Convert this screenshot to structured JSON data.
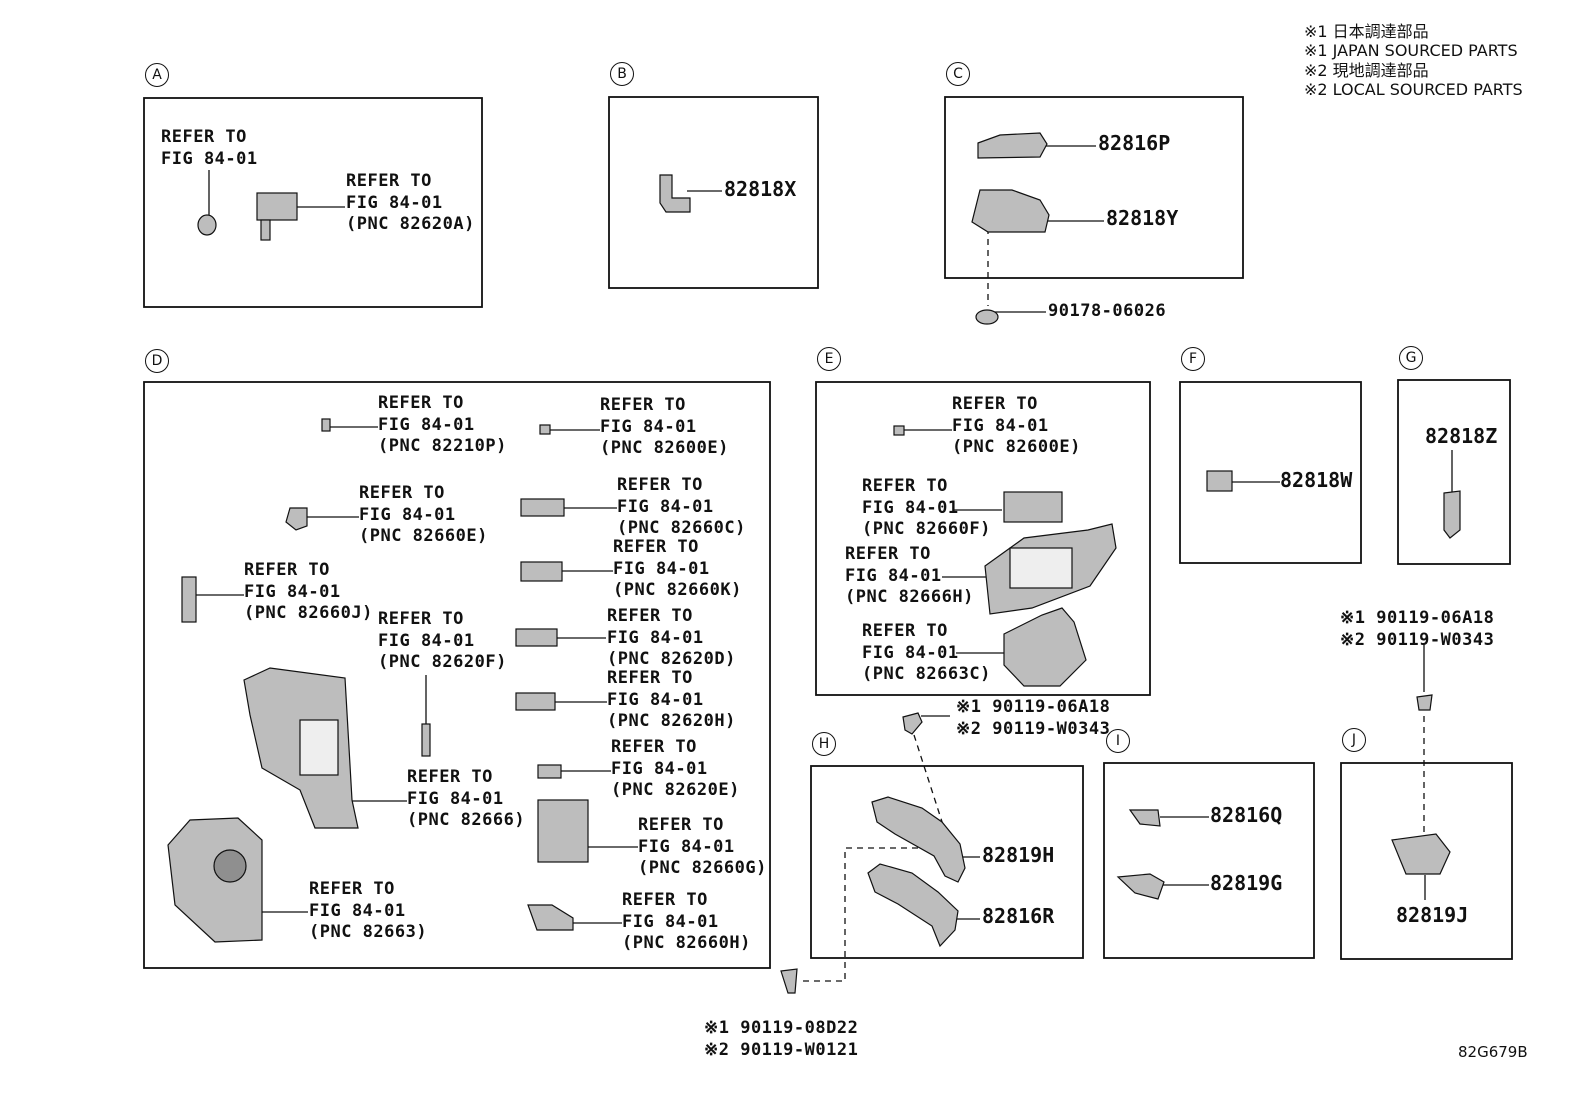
{
  "notes": [
    "※1 日本調達部品",
    "※1 JAPAN SOURCED PARTS",
    "※2 現地調達部品",
    "※2 LOCAL SOURCED PARTS"
  ],
  "diagram_code": "82G679B",
  "sections": {
    "A": "A",
    "B": "B",
    "C": "C",
    "D": "D",
    "E": "E",
    "F": "F",
    "G": "G",
    "H": "H",
    "I": "I",
    "J": "J"
  },
  "refs": {
    "a_fig": "REFER TO\nFIG 84-01",
    "a_82620A": "REFER TO\nFIG 84-01\n(PNC 82620A)",
    "d_82210P": "REFER TO\nFIG 84-01\n(PNC 82210P)",
    "d_82600E": "REFER TO\nFIG 84-01\n(PNC 82600E)",
    "d_82660E": "REFER TO\nFIG 84-01\n(PNC 82660E)",
    "d_82660C": "REFER TO\nFIG 84-01\n(PNC 82660C)",
    "d_82660K": "REFER TO\nFIG 84-01\n(PNC 82660K)",
    "d_82660J": "REFER TO\nFIG 84-01\n(PNC 82660J)",
    "d_82620F": "REFER TO\nFIG 84-01\n(PNC 82620F)",
    "d_82620D": "REFER TO\nFIG 84-01\n(PNC 82620D)",
    "d_82620H": "REFER TO\nFIG 84-01\n(PNC 82620H)",
    "d_82620E": "REFER TO\nFIG 84-01\n(PNC 82620E)",
    "d_82666": "REFER TO\nFIG 84-01\n(PNC 82666)",
    "d_82660G": "REFER TO\nFIG 84-01\n(PNC 82660G)",
    "d_82663": "REFER TO\nFIG 84-01\n(PNC 82663)",
    "d_82660H": "REFER TO\nFIG 84-01\n(PNC 82660H)",
    "e_82600E": "REFER TO\nFIG 84-01\n(PNC 82600E)",
    "e_82660F": "REFER TO\nFIG 84-01\n(PNC 82660F)",
    "e_82666H": "REFER TO\nFIG 84-01\n(PNC 82666H)",
    "e_82663C": "REFER TO\nFIG 84-01\n(PNC 82663C)"
  },
  "parts": {
    "p82818X": "82818X",
    "p82816P": "82816P",
    "p82818Y": "82818Y",
    "p90178": "90178-06026",
    "p82818W": "82818W",
    "p82818Z": "82818Z",
    "p82819H": "82819H",
    "p82816R": "82816R",
    "p82816Q": "82816Q",
    "p82819G": "82819G",
    "p82819J": "82819J"
  },
  "bolts": {
    "h_bolt": "※1 90119-06A18\n※2 90119-W0343",
    "j_bolt": "※1 90119-06A18\n※2 90119-W0343",
    "bottom_bolt": "※1 90119-08D22\n※2 90119-W0121"
  }
}
